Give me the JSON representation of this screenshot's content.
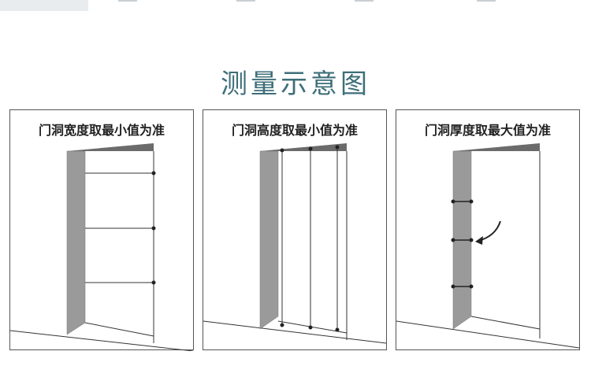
{
  "title": "测量示意图",
  "panels": [
    {
      "label": "门洞宽度取最小值为准"
    },
    {
      "label": "门洞高度取最小值为准"
    },
    {
      "label": "门洞厚度取最大值为准"
    }
  ],
  "colors": {
    "title": "#3d6e78",
    "frame_fill": "#9a9a9a",
    "header_fill": "#6b6b6b",
    "line": "#333333"
  }
}
